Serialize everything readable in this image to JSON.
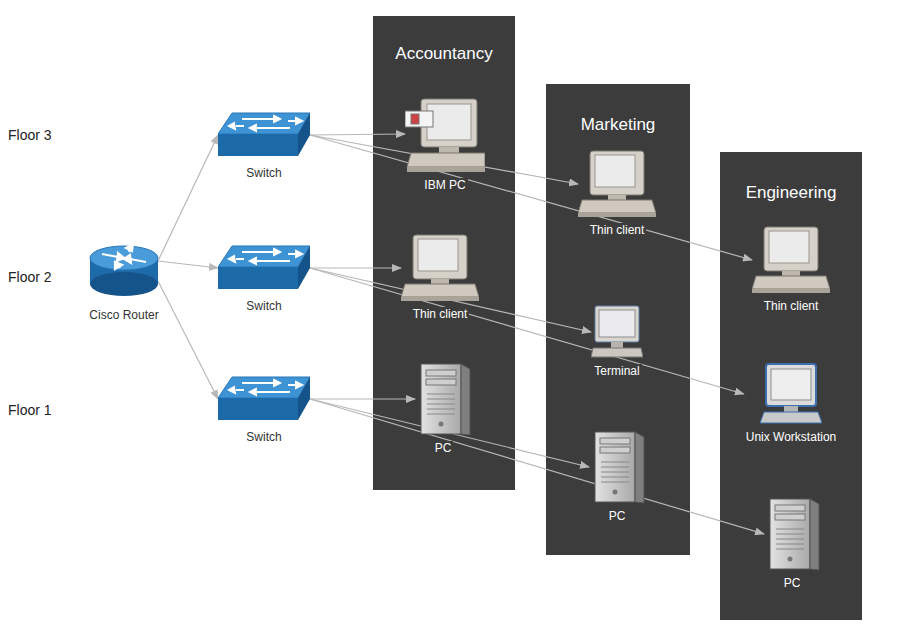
{
  "diagram": {
    "nodes": [
      {
        "text": [
          "Cisco Router"
        ]
      },
      {
        "text": [
          "Switch"
        ]
      },
      {
        "text": [
          "Switch"
        ]
      },
      {
        "text": [
          "Switch"
        ]
      },
      {
        "text": [
          "Accountancy"
        ]
      },
      {
        "text": [
          "IBM PC"
        ],
        "in": 4
      },
      {
        "text": [
          "Thin client"
        ],
        "in": 4
      },
      {
        "text": [
          "PC"
        ],
        "in": 4
      },
      {
        "text": [
          "Marketing"
        ]
      },
      {
        "text": [
          "Thin client"
        ],
        "in": 8
      },
      {
        "text": [
          "Terminal"
        ],
        "in": 8
      },
      {
        "text": [
          "PC"
        ],
        "in": 8
      },
      {
        "text": [
          "Engineering"
        ]
      },
      {
        "text": [
          "Thin client"
        ],
        "in": 12
      },
      {
        "text": [
          "Unix Workstation"
        ],
        "in": 12
      },
      {
        "text": [
          "PC"
        ],
        "in": 12
      }
    ],
    "edges": [
      {
        "from": 0,
        "to": 1,
        "arrow": "to"
      },
      {
        "from": 0,
        "to": 2,
        "arrow": "to"
      },
      {
        "from": 0,
        "to": 3,
        "arrow": "to"
      },
      {
        "from": 1,
        "to": 5,
        "arrow": "to"
      },
      {
        "from": 1,
        "to": 9,
        "arrow": "to"
      },
      {
        "from": 1,
        "to": 13,
        "arrow": "to"
      },
      {
        "from": 2,
        "to": 6,
        "arrow": "to"
      },
      {
        "from": 2,
        "to": 10,
        "arrow": "to"
      },
      {
        "from": 2,
        "to": 14,
        "arrow": "to"
      },
      {
        "from": 3,
        "to": 7,
        "arrow": "to"
      },
      {
        "from": 3,
        "to": 11,
        "arrow": "to"
      },
      {
        "from": 3,
        "to": 15,
        "arrow": "to"
      }
    ],
    "labels": [
      "Floor 3",
      "Floor 2",
      "Floor 1"
    ]
  }
}
